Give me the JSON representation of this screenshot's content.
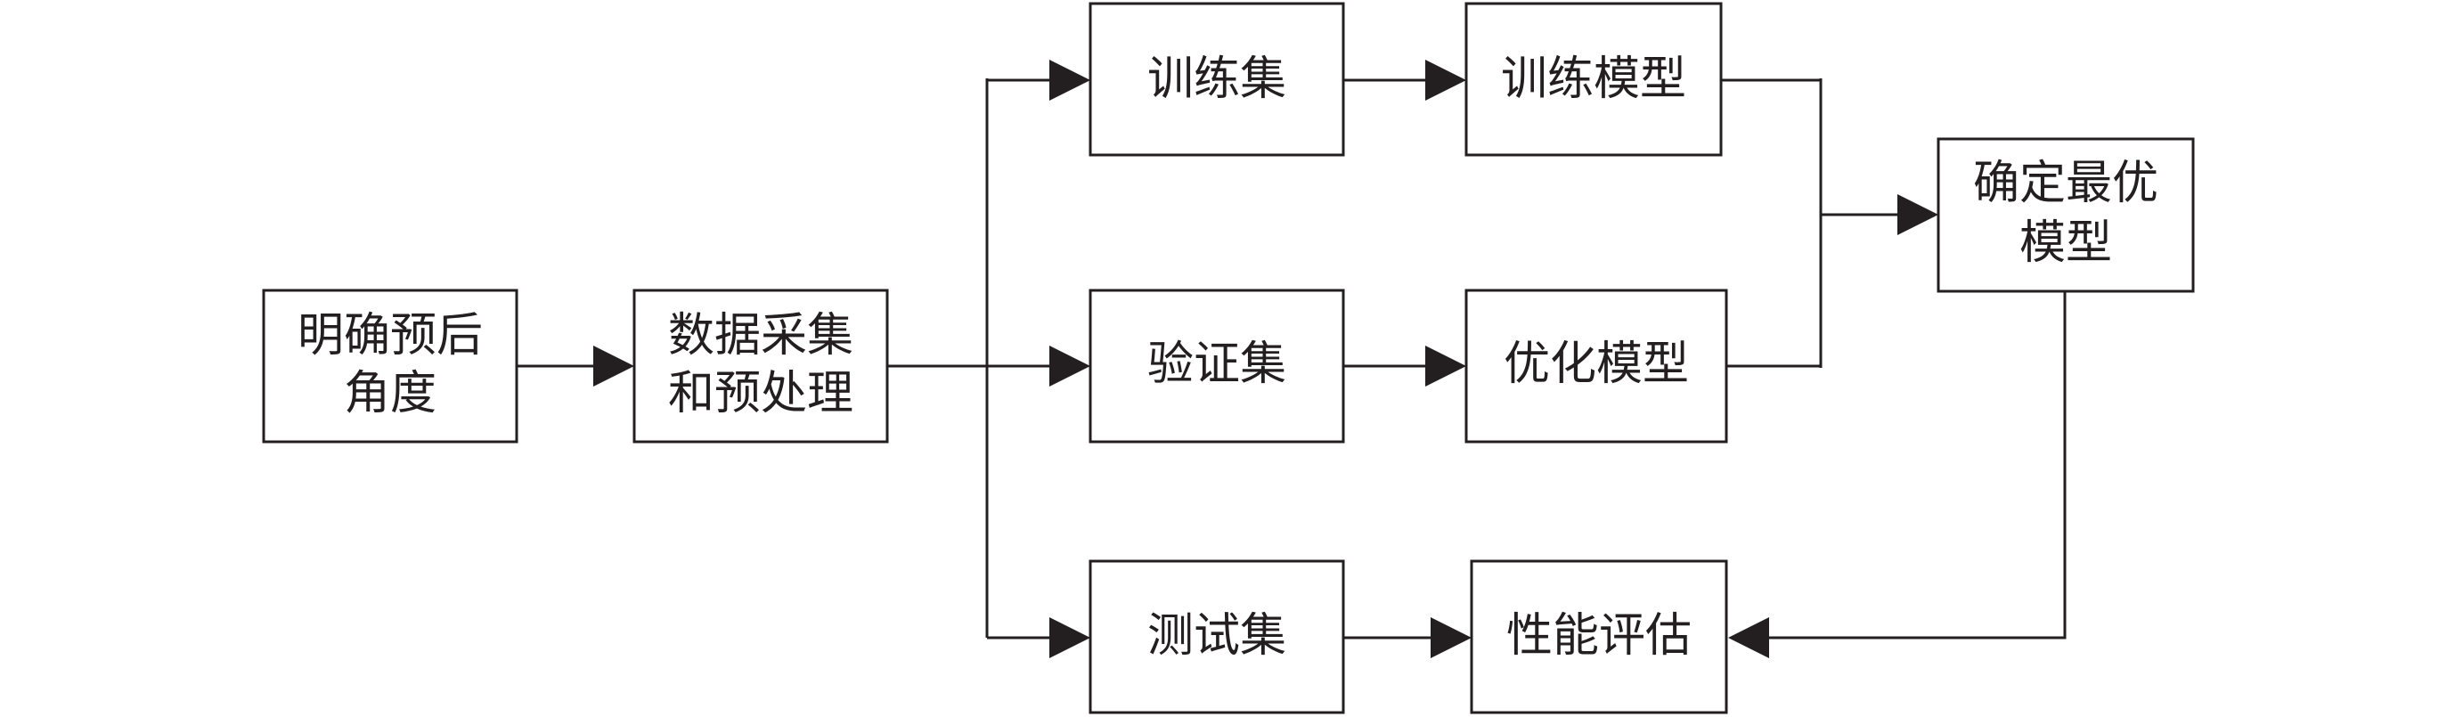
{
  "diagram": {
    "nodes": {
      "define": {
        "line1": "明确预后",
        "line2": "角度"
      },
      "collect": {
        "line1": "数据采集",
        "line2": "和预处理"
      },
      "train_set": {
        "label": "训练集"
      },
      "val_set": {
        "label": "验证集"
      },
      "test_set": {
        "label": "测试集"
      },
      "train_model": {
        "label": "训练模型"
      },
      "optimize_model": {
        "label": "优化模型"
      },
      "best_model": {
        "line1": "确定最优",
        "line2": "模型"
      },
      "evaluate": {
        "label": "性能评估"
      }
    },
    "colors": {
      "stroke": "#231f20",
      "background": "#ffffff"
    }
  }
}
